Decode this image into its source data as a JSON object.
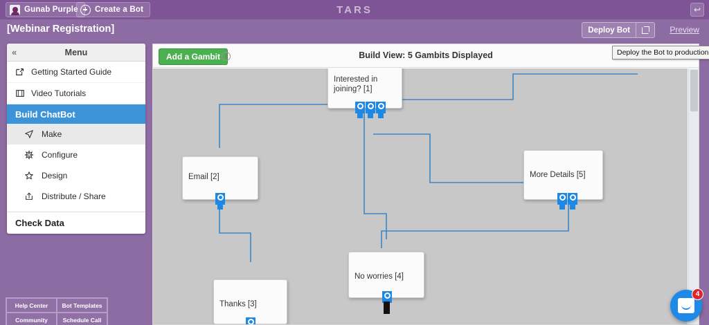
{
  "topbar": {
    "account_label": "Gunab Purple",
    "create_label": "Create a Bot",
    "brand": "TARS",
    "corner_icon": "↩"
  },
  "header": {
    "page_title": "[Webinar Registration]",
    "deploy_label": "Deploy Bot",
    "preview_label": "Preview",
    "deploy_tooltip": "Deploy the Bot to production"
  },
  "sidebar": {
    "menu_title": "Menu",
    "collapse_icon": "«",
    "items": [
      {
        "label": "Getting Started Guide",
        "icon": "external-link-icon"
      },
      {
        "label": "Video Tutorials",
        "icon": "video-icon"
      }
    ],
    "section": {
      "label": "Build ChatBot"
    },
    "sub_items": [
      {
        "label": "Make",
        "icon": "paper-plane-icon",
        "active": true
      },
      {
        "label": "Configure",
        "icon": "gear-icon",
        "active": false
      },
      {
        "label": "Design",
        "icon": "star-icon",
        "active": false
      },
      {
        "label": "Distribute / Share",
        "icon": "share-icon",
        "active": false
      }
    ],
    "footer_item": {
      "label": "Check Data"
    },
    "quicklinks": [
      {
        "label": "Help Center"
      },
      {
        "label": "Bot Templates"
      },
      {
        "label": "Community"
      },
      {
        "label": "Schedule Call"
      }
    ]
  },
  "canvas": {
    "add_gambit_label": "Add a Gambit",
    "info_icon": "i",
    "build_view_label": "Build View: 5 Gambits Displayed",
    "nodes": [
      {
        "id": "n1",
        "title": "Interested in joining? [1]",
        "ports": 3,
        "end_stub": false
      },
      {
        "id": "n5",
        "title": "More Details [5]",
        "ports": 2,
        "end_stub": false
      },
      {
        "id": "n2",
        "title": "Email [2]",
        "ports": 1,
        "end_stub": false
      },
      {
        "id": "n4",
        "title": "No worries [4]",
        "ports": 1,
        "end_stub": true
      },
      {
        "id": "n3",
        "title": "Thanks [3]",
        "ports": 1,
        "end_stub": true
      }
    ]
  },
  "chat": {
    "badge_count": "4"
  },
  "colors": {
    "brand_purple": "#8d6ba3",
    "topbar_purple": "#7e5496",
    "accent_blue": "#3c93d8",
    "link_blue": "#1e88e5",
    "add_green": "#4caf50",
    "canvas_gray": "#c8c8c8",
    "badge_red": "#e0242b"
  }
}
